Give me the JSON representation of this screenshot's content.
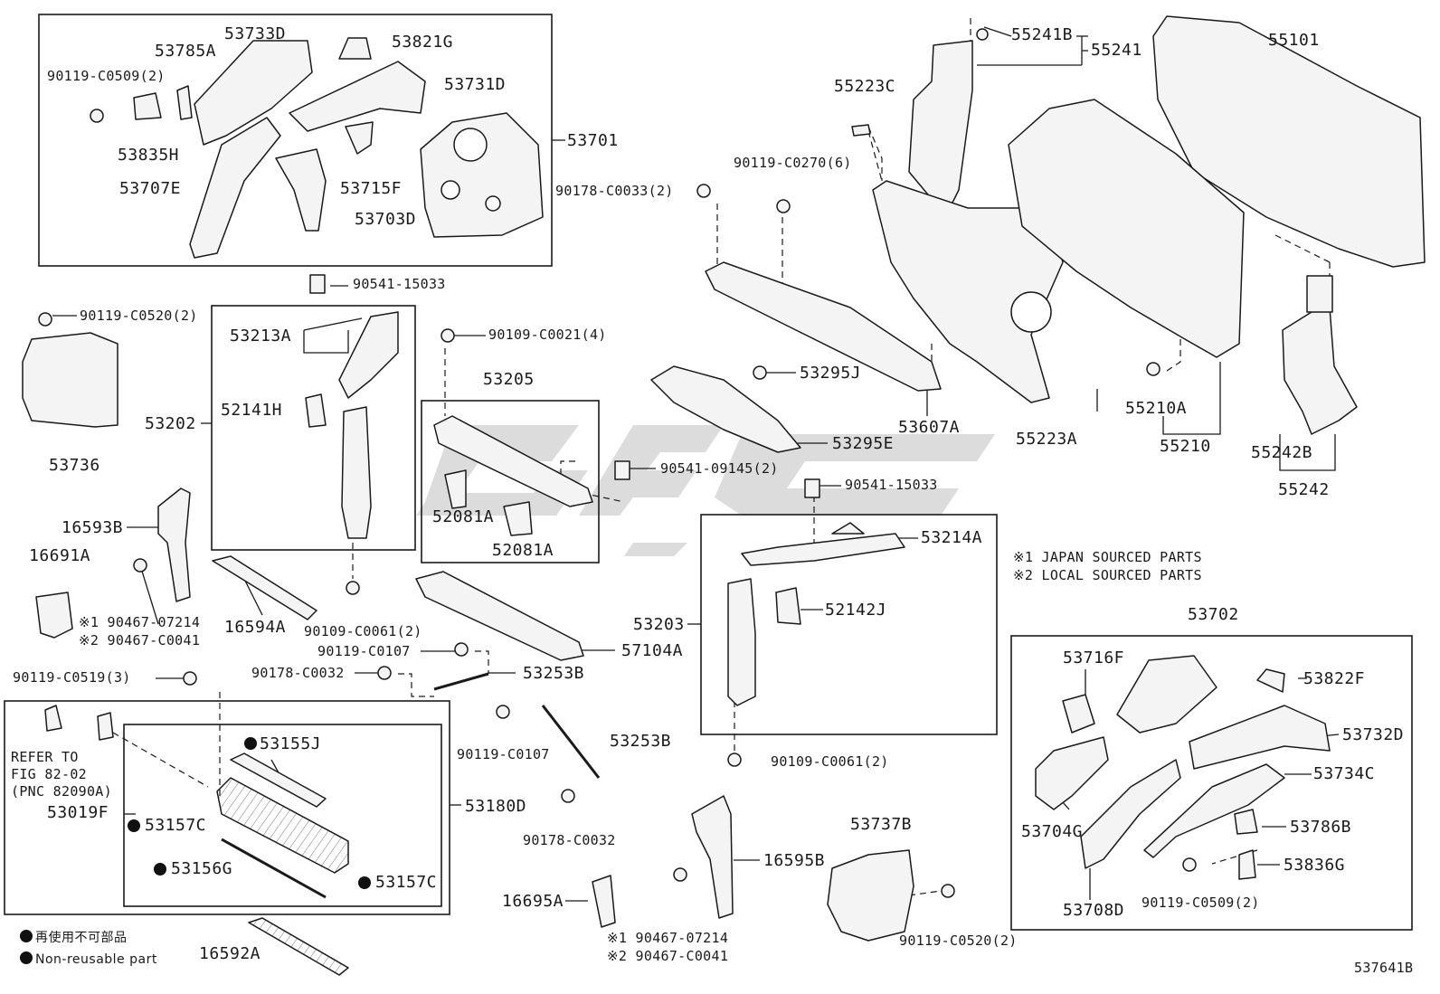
{
  "labels": {
    "p53733D": "53733D",
    "p53785A": "53785A",
    "p53821G": "53821G",
    "p90119C0509_top": "90119-C0509(2)",
    "p53731D": "53731D",
    "p53835H": "53835H",
    "p53701": "53701",
    "p53707E": "53707E",
    "p53715F": "53715F",
    "p53703D": "53703D",
    "p55241B": "55241B",
    "p55241": "55241",
    "p55101": "55101",
    "p55223C": "55223C",
    "p90119C0270": "90119-C0270(6)",
    "p90178C0033": "90178-C0033(2)",
    "p90541_15033_a": "90541-15033",
    "p90119C0520_a": "90119-C0520(2)",
    "p53213A": "53213A",
    "p90109C0021": "90109-C0021(4)",
    "p52141H": "52141H",
    "p53205": "53205",
    "p53295J": "53295J",
    "p55210A": "55210A",
    "p53202": "53202",
    "p53736": "53736",
    "p53607A": "53607A",
    "p55223A": "55223A",
    "p55210": "55210",
    "p53295E": "53295E",
    "p55242B": "55242B",
    "p52081A_a": "52081A",
    "p90541_09145": "90541-09145(2)",
    "p90541_15033_b": "90541-15033",
    "p55242": "55242",
    "p16593B": "16593B",
    "p52081A_b": "52081A",
    "p53214A": "53214A",
    "p16691A": "16691A",
    "note1": "※1 JAPAN SOURCED PARTS",
    "note2": "※2 LOCAL SOURCED PARTS",
    "p52142J": "52142J",
    "p53702": "53702",
    "p90467_07214_a": "※1 90467-07214",
    "p90467_C0041_a": "※2 90467-C0041",
    "p16594A": "16594A",
    "p90109C0061_a": "90109-C0061(2)",
    "p53203": "53203",
    "p53716F": "53716F",
    "p53822F": "53822F",
    "p90119C0107_a": "90119-C0107",
    "p57104A": "57104A",
    "p90119C0519": "90119-C0519(3)",
    "p90178C0032_a": "90178-C0032",
    "p53253B_a": "53253B",
    "p53155J": "53155J",
    "p53253B_b": "53253B",
    "p53732D": "53732D",
    "refer1": "REFER TO",
    "refer2": "FIG 82-02",
    "refer3": "(PNC 82090A)",
    "p90119C0107_b": "90119-C0107",
    "p90109C0061_b": "90109-C0061(2)",
    "p53734C": "53734C",
    "p53019F": "53019F",
    "p53180D": "53180D",
    "p53157C_a": "53157C",
    "p53737B": "53737B",
    "p53704G": "53704G",
    "p53786B": "53786B",
    "p90178C0032_b": "90178-C0032",
    "p53156G": "53156G",
    "p16595B": "16595B",
    "p53836G": "53836G",
    "p53157C_b": "53157C",
    "p16695A": "16695A",
    "p90119C0509_bot": "90119-C0509(2)",
    "p53708D": "53708D",
    "p90467_07214_b": "※1 90467-07214",
    "p90467_C0041_b": "※2 90467-C0041",
    "p90119C0520_b": "90119-C0520(2)",
    "legend_jp": "再使用不可部品",
    "legend_en": "Non-reusable part",
    "p16592A": "16592A",
    "figno": "537641B"
  },
  "colors": {
    "line": "#1a1a1a",
    "part_fill": "#f2f2f2",
    "watermark": "#d4d4d4"
  }
}
